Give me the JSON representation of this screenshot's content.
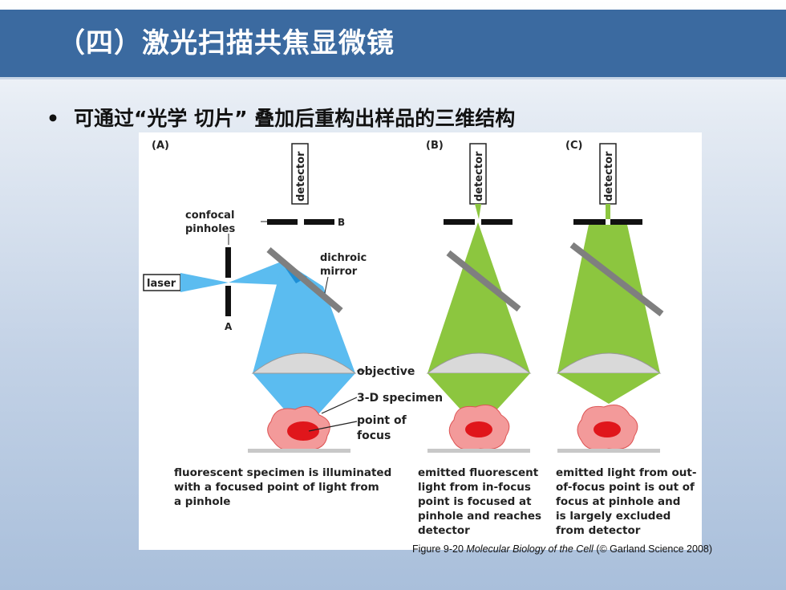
{
  "slide": {
    "title": "（四）激光扫描共焦显微镜",
    "bullet": "可通过“光学 切片” 叠加后重构出样品的三维结构"
  },
  "figure": {
    "panel_labels": {
      "a": "(A)",
      "b": "(B)",
      "c": "(C)"
    },
    "detector_label": "detector",
    "labels": {
      "confocal": "confocal",
      "pinholes": "pinholes",
      "pinhole_a": "A",
      "pinhole_b": "B",
      "laser": "laser",
      "dichroic": "dichroic",
      "mirror": "mirror",
      "objective": "objective",
      "specimen": "3-D specimen",
      "point_of": "point of",
      "focus": "focus"
    },
    "captions": {
      "a": [
        "fluorescent specimen is illuminated",
        "with a focused point of light from",
        "a pinhole"
      ],
      "b": [
        "emitted fluorescent",
        "light from in-focus",
        "point is focused at",
        "pinhole and reaches",
        "detector"
      ],
      "c": [
        "emitted light from out-",
        "of-focus point is out of",
        "focus at pinhole and",
        "is largely excluded",
        "from detector"
      ]
    },
    "colors": {
      "blue_light": "#5bbcf0",
      "green_light": "#8cc63f",
      "specimen": "#f39a9a",
      "focus": "#e0161b",
      "lens": "#d9d9d9",
      "title_bar": "#3b6aa0"
    }
  },
  "credit": {
    "figure_no": "Figure 9-20",
    "book": "Molecular Biology of the Cell",
    "publisher": "(© Garland Science 2008)"
  }
}
